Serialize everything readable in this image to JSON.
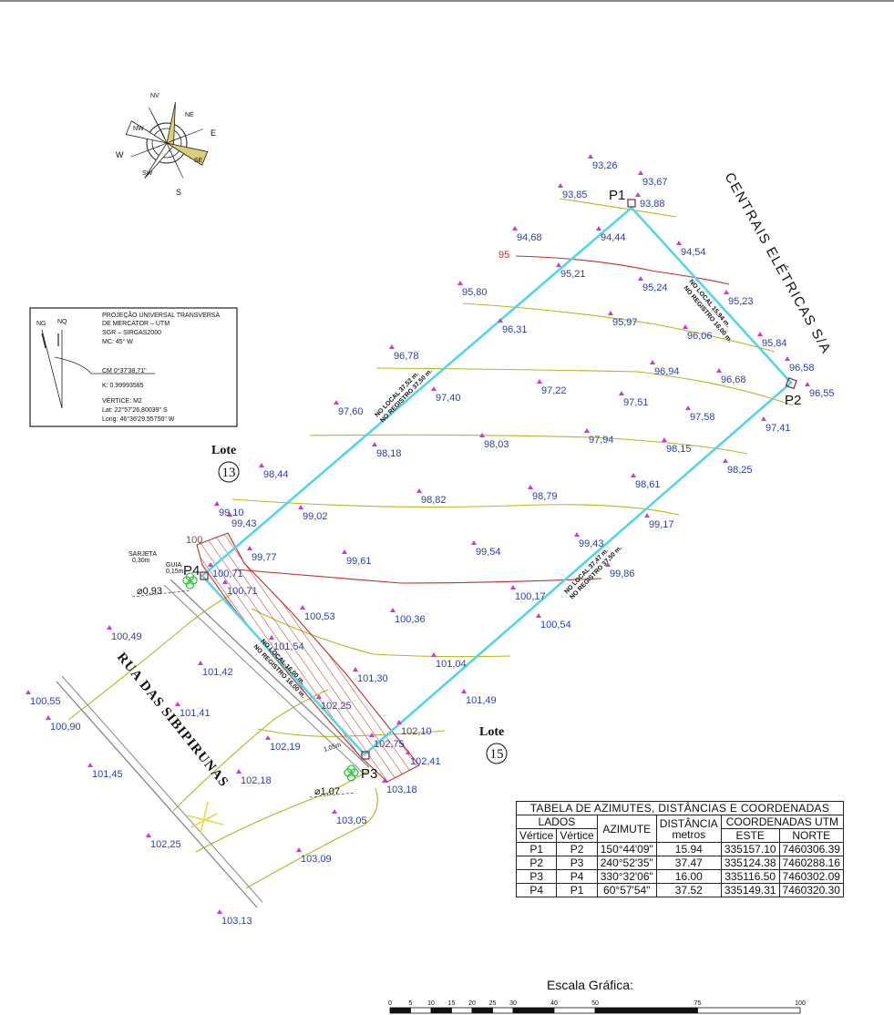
{
  "compass": {
    "north": "NV",
    "northeast": "NE",
    "east": "E",
    "southeast": "SE",
    "south": "S",
    "southwest": "SW",
    "west": "W",
    "northwest": "NW"
  },
  "projection_box": {
    "line1": "PROJEÇÃO UNIVERSAL TRANSVERSA",
    "line2": "DE MERCATOR – UTM",
    "line3": "SGR – SIRGAS2000",
    "line4": "MC: 45° W",
    "ng": "NG",
    "nq": "NQ",
    "cm": "CM 0°37'38,71\"",
    "k": "K: 0.99993585",
    "vertex": "VÉRTICE: M2",
    "lat": "Lat: 22°57'26,80039\" S",
    "long": "Long: 46°36'29,55750\" W"
  },
  "vertices": {
    "p1": "P1",
    "p2": "P2",
    "p3": "P3",
    "p4": "P4"
  },
  "boundary_notes": {
    "nw_local": "NO LOCAL 37,52 m.",
    "nw_registro": "NO REGISTRO 37,50 m.",
    "ne_local": "NO LOCAL 15,94 m.",
    "ne_registro": "NO REGISTRO 16,00 m.",
    "se_local": "NO LOCAL 37,47 m.",
    "se_registro": "NO REGISTRO 37,50 m.",
    "sw_local": "NO LOCAL 16,00 m.",
    "sw_registro": "NO REGISTRO 16,00 m."
  },
  "lots": {
    "lote_a": "Lote",
    "lote_a_num": "13",
    "lote_b": "Lote",
    "lote_b_num": "15"
  },
  "street": "RUA DAS SIBIPIRUNAS",
  "company": "CENTRAIS ELÉTRICAS S/A",
  "contours": {
    "c95": "95",
    "c100": "100"
  },
  "details": {
    "sarjeta": "SARJETA",
    "sarjeta_w": "0,30m",
    "guia": "GUIA",
    "guia_w": "0,15m",
    "d1": "0,93",
    "d2": "1,07",
    "calc": "1,05m"
  },
  "spot_elevations": [
    "93,26",
    "93,67",
    "93,85",
    "93,88",
    "94,68",
    "94,44",
    "94,54",
    "95,21",
    "95,24",
    "95,80",
    "95,23",
    "96,31",
    "95,97",
    "96,06",
    "95,84",
    "96,78",
    "96,94",
    "96,68",
    "96,58",
    "97,60",
    "97,40",
    "97,22",
    "97,51",
    "96,55",
    "97,58",
    "97,41",
    "98,18",
    "98,03",
    "97,94",
    "98,15",
    "98,44",
    "98,25",
    "98,82",
    "98,79",
    "98,61",
    "99,10",
    "99,43",
    "99,02",
    "99,17",
    "99,77",
    "99,61",
    "99,54",
    "99,43",
    "100,71",
    "100,71",
    "99,86",
    "100,17",
    "100,53",
    "100,36",
    "100,54",
    "100,49",
    "101,54",
    "101,42",
    "101,30",
    "101,04",
    "100,55",
    "101,41",
    "102,25",
    "101,49",
    "100,90",
    "102,19",
    "102,75",
    "102,10",
    "101,45",
    "102,18",
    "102,41",
    "103,18",
    "103,05",
    "102,25",
    "103,09",
    "103,13"
  ],
  "table": {
    "caption": "TABELA DE AZIMUTES, DISTÂNCIAS E COORDENADAS",
    "h_lados": "LADOS",
    "h_azimute": "AZIMUTE",
    "h_dist": "DISTÂNCIA",
    "h_dist_unit": "metros",
    "h_coords": "COORDENADAS UTM",
    "h_vert1": "Vértice",
    "h_vert2": "Vértice",
    "h_este": "ESTE",
    "h_norte": "NORTE",
    "rows": [
      {
        "from": "P1",
        "to": "P2",
        "azimute": "150°44'09\"",
        "dist": "15.94",
        "este": "335157.10",
        "norte": "7460306.39"
      },
      {
        "from": "P2",
        "to": "P3",
        "azimute": "240°52'35\"",
        "dist": "37.47",
        "este": "335124.38",
        "norte": "7460288.16"
      },
      {
        "from": "P3",
        "to": "P4",
        "azimute": "330°32'06\"",
        "dist": "16.00",
        "este": "335116.50",
        "norte": "7460302.09"
      },
      {
        "from": "P4",
        "to": "P1",
        "azimute": "60°57'54\"",
        "dist": "37.52",
        "este": "335149.31",
        "norte": "7460320.30"
      }
    ]
  },
  "scale": {
    "title": "Escala Gráfica:",
    "ticks": [
      "0",
      "5",
      "10",
      "15",
      "20",
      "25",
      "30",
      "40",
      "50",
      "75",
      "100"
    ]
  },
  "colors": {
    "boundary": "#55d6e8",
    "contour": "#b3b81e",
    "contour_index": "#c0302c",
    "spot_marker": "#c93bd6",
    "spot_text": "#2b3fb8",
    "hatch": "#c0302c"
  }
}
